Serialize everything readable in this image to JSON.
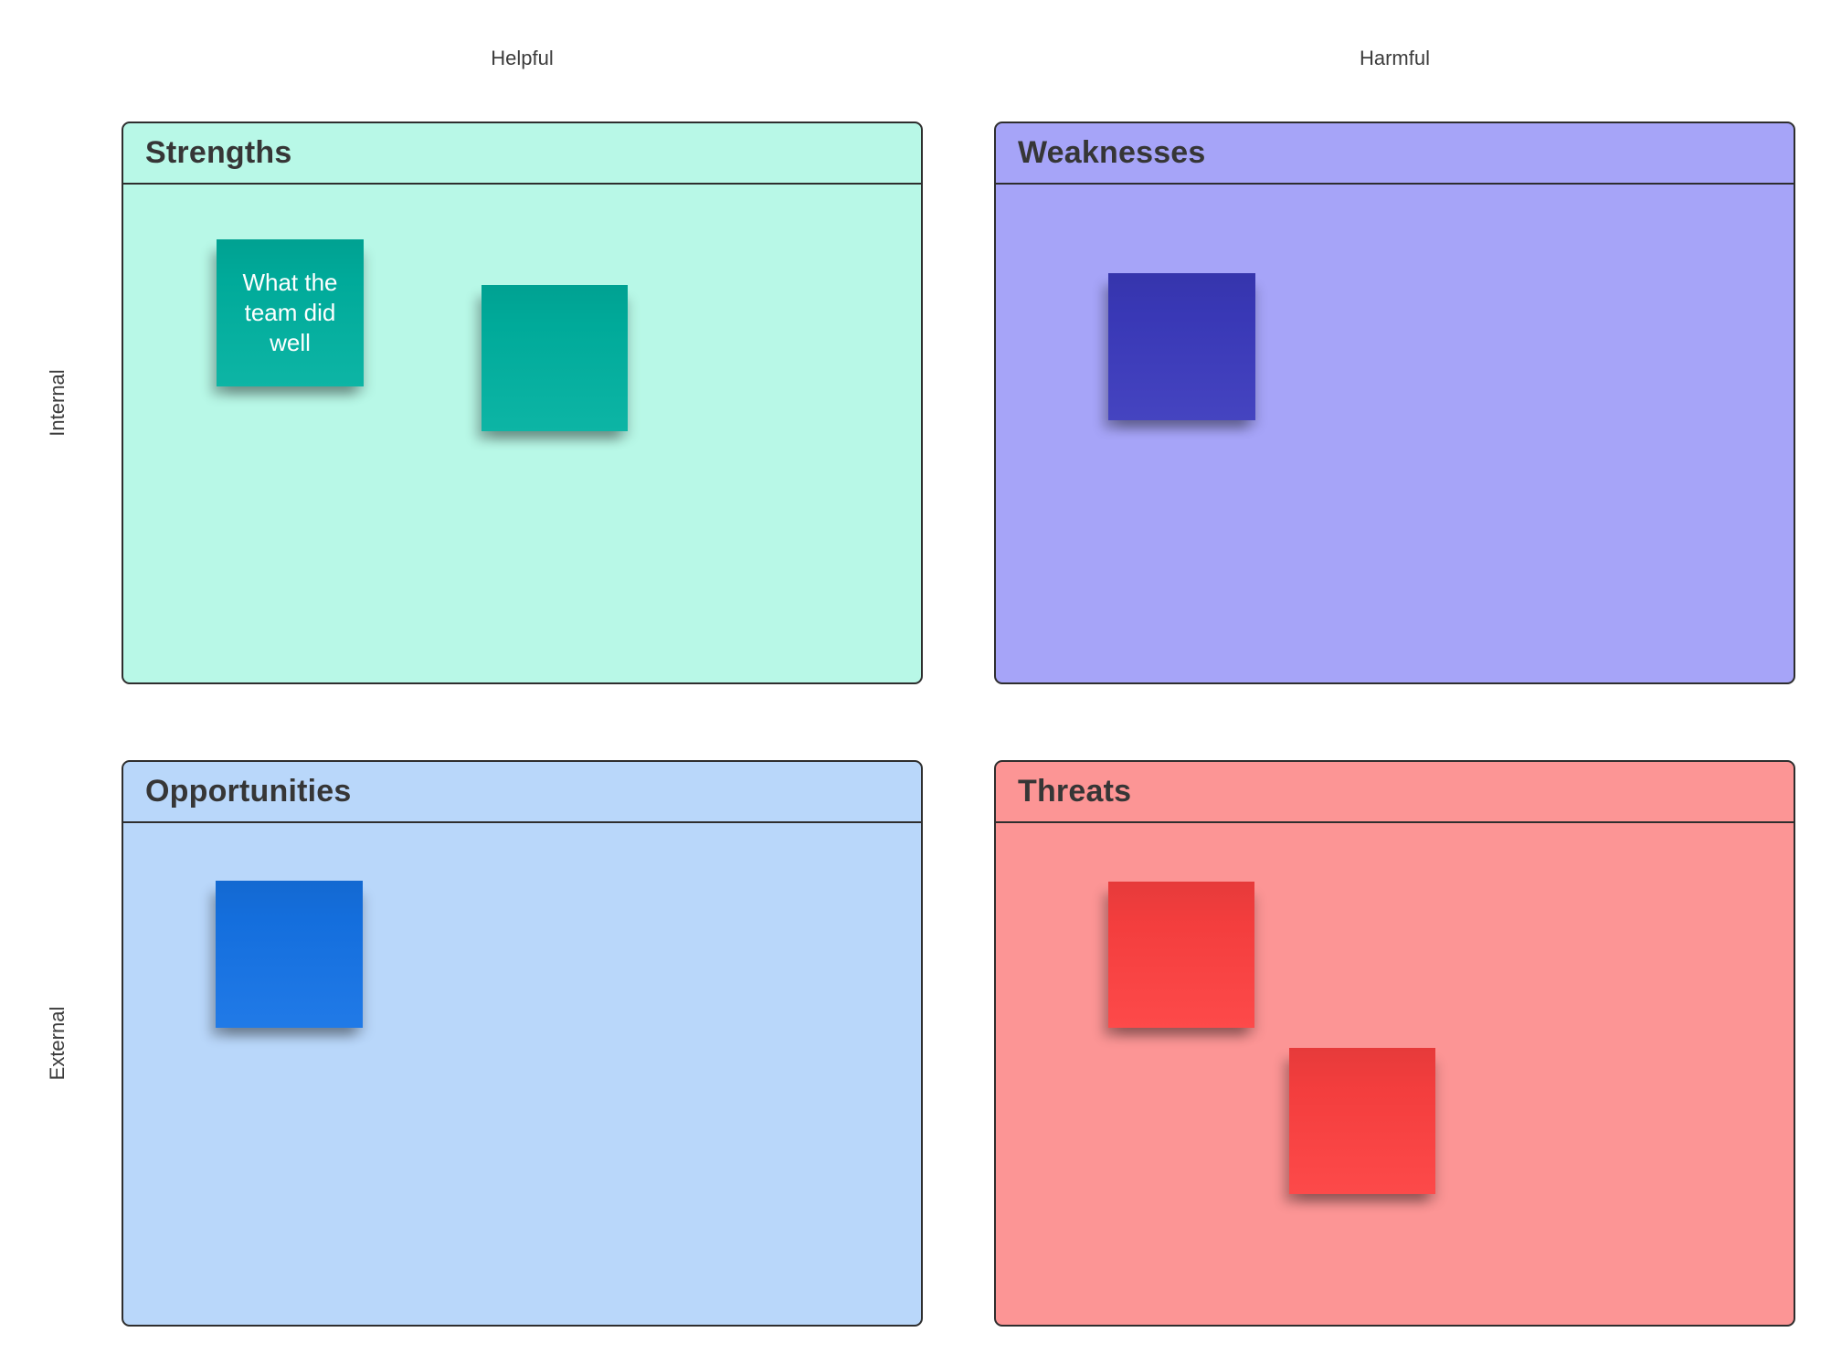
{
  "diagram": {
    "type": "swot-matrix",
    "background": "#ffffff",
    "border_color": "#2e2e2e",
    "label_color": "#3c3c3c",
    "title_color": "#363636"
  },
  "axis_labels": {
    "helpful": "Helpful",
    "harmful": "Harmful",
    "internal": "Internal",
    "external": "External"
  },
  "quadrants": [
    {
      "id": "strengths",
      "title": "Strengths",
      "fill": "#b8f8e7",
      "notes": [
        {
          "text": "What the team did well",
          "color": "#00b1a0",
          "text_color": "#ffffff"
        },
        {
          "text": "",
          "color": "#00b1a0",
          "text_color": "#ffffff"
        }
      ]
    },
    {
      "id": "weaknesses",
      "title": "Weaknesses",
      "fill": "#a6a4f8",
      "notes": [
        {
          "text": "",
          "color": "#3b3abd",
          "text_color": "#ffffff"
        }
      ]
    },
    {
      "id": "opportunities",
      "title": "Opportunities",
      "fill": "#b9d7fa",
      "notes": [
        {
          "text": "",
          "color": "#1573e6",
          "text_color": "#ffffff"
        }
      ]
    },
    {
      "id": "threats",
      "title": "Threats",
      "fill": "#fc9595",
      "notes": [
        {
          "text": "",
          "color": "#fd4040",
          "text_color": "#ffffff"
        },
        {
          "text": "",
          "color": "#fd4040",
          "text_color": "#ffffff"
        }
      ]
    }
  ]
}
